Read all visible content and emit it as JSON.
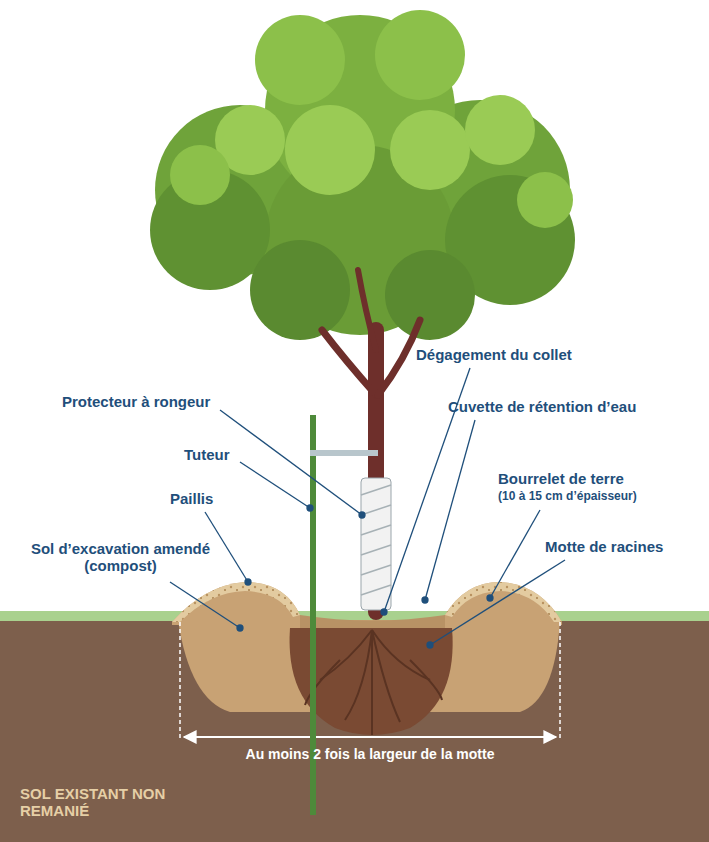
{
  "diagram": {
    "labels": [
      "Protecteur à rongeur",
      "Tuteur",
      "Paillis",
      "Sol d’excavation amendé (compost)",
      "Dégagement du collet",
      "Cuvette de rétention d’eau",
      "Bourrelet de terre",
      "(10 à 15 cm d’épaisseur)",
      "Motte de racines",
      "Au moins 2 fois la largeur de la motte",
      "SOL EXISTANT NON REMANIÉ"
    ]
  }
}
